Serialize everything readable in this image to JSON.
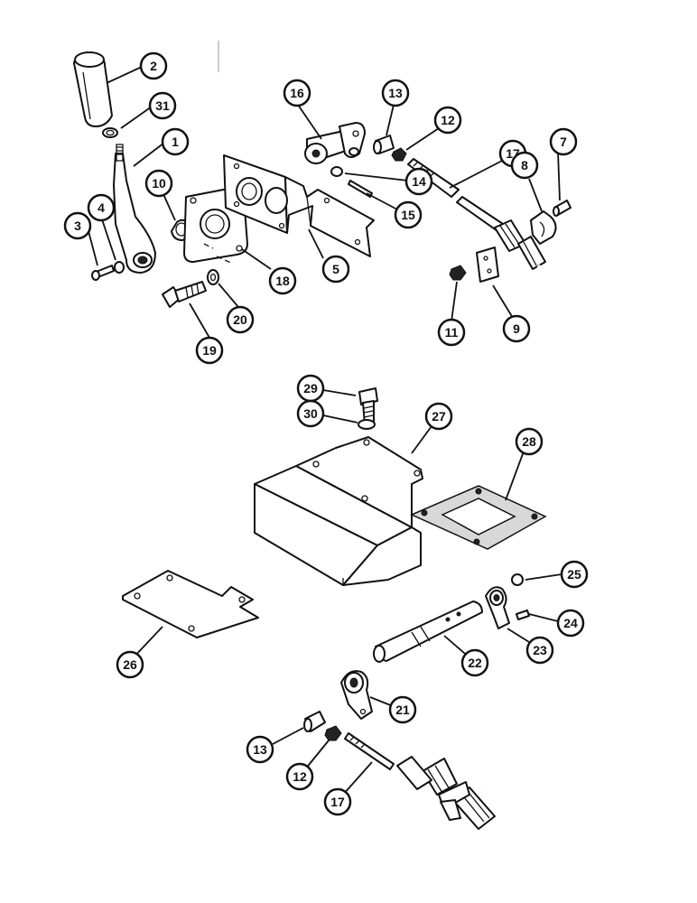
{
  "callouts": [
    {
      "id": "c2",
      "label": "2"
    },
    {
      "id": "c31",
      "label": "31"
    },
    {
      "id": "c1",
      "label": "1"
    },
    {
      "id": "c10",
      "label": "10"
    },
    {
      "id": "c3",
      "label": "3"
    },
    {
      "id": "c4",
      "label": "4"
    },
    {
      "id": "c18",
      "label": "18"
    },
    {
      "id": "c5",
      "label": "5"
    },
    {
      "id": "c19",
      "label": "19"
    },
    {
      "id": "c20",
      "label": "20"
    },
    {
      "id": "c16",
      "label": "16"
    },
    {
      "id": "c13a",
      "label": "13"
    },
    {
      "id": "c12a",
      "label": "12"
    },
    {
      "id": "c14",
      "label": "14"
    },
    {
      "id": "c15",
      "label": "15"
    },
    {
      "id": "c17a",
      "label": "17"
    },
    {
      "id": "c8",
      "label": "8"
    },
    {
      "id": "c7",
      "label": "7"
    },
    {
      "id": "c11",
      "label": "11"
    },
    {
      "id": "c9",
      "label": "9"
    },
    {
      "id": "c29",
      "label": "29"
    },
    {
      "id": "c30",
      "label": "30"
    },
    {
      "id": "c27",
      "label": "27"
    },
    {
      "id": "c28",
      "label": "28"
    },
    {
      "id": "c25",
      "label": "25"
    },
    {
      "id": "c24",
      "label": "24"
    },
    {
      "id": "c23",
      "label": "23"
    },
    {
      "id": "c22",
      "label": "22"
    },
    {
      "id": "c26",
      "label": "26"
    },
    {
      "id": "c21",
      "label": "21"
    },
    {
      "id": "c13b",
      "label": "13"
    },
    {
      "id": "c12b",
      "label": "12"
    },
    {
      "id": "c17b",
      "label": "17"
    }
  ]
}
